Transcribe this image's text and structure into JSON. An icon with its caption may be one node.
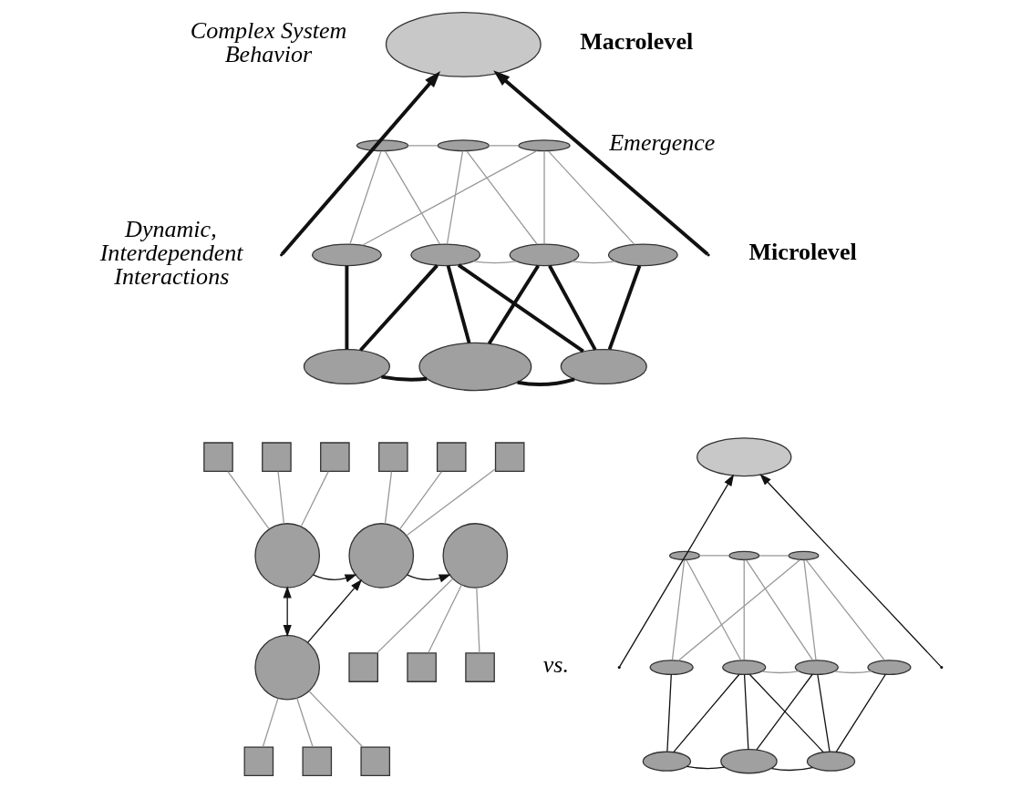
{
  "diagram": {
    "nodes": [
      {
        "text": [],
        "shape": "ellipse"
      },
      {
        "text": [],
        "shape": "ellipse"
      },
      {
        "text": [],
        "shape": "ellipse"
      },
      {
        "text": [],
        "shape": "ellipse"
      },
      {
        "text": [],
        "shape": "ellipse"
      },
      {
        "text": [],
        "shape": "ellipse"
      },
      {
        "text": [],
        "shape": "ellipse"
      },
      {
        "text": [],
        "shape": "ellipse"
      },
      {
        "text": [],
        "shape": "ellipse"
      },
      {
        "text": [],
        "shape": "ellipse"
      },
      {
        "text": [],
        "shape": "ellipse"
      },
      {
        "text": [],
        "shape": "circle"
      },
      {
        "text": [],
        "shape": "circle"
      },
      {
        "text": [],
        "shape": "circle"
      },
      {
        "text": [],
        "shape": "circle"
      },
      {
        "text": [],
        "shape": "box"
      },
      {
        "text": [],
        "shape": "box"
      },
      {
        "text": [],
        "shape": "box"
      },
      {
        "text": [],
        "shape": "box"
      },
      {
        "text": [],
        "shape": "box"
      },
      {
        "text": [],
        "shape": "box"
      },
      {
        "text": [],
        "shape": "box"
      },
      {
        "text": [],
        "shape": "box"
      },
      {
        "text": [],
        "shape": "box"
      },
      {
        "text": [],
        "shape": "box"
      },
      {
        "text": [],
        "shape": "box"
      },
      {
        "text": [],
        "shape": "box"
      },
      {
        "text": [],
        "shape": "ellipse"
      },
      {
        "text": [],
        "shape": "ellipse"
      },
      {
        "text": [],
        "shape": "ellipse"
      },
      {
        "text": [],
        "shape": "ellipse"
      },
      {
        "text": [],
        "shape": "ellipse"
      },
      {
        "text": [],
        "shape": "ellipse"
      },
      {
        "text": [],
        "shape": "ellipse"
      },
      {
        "text": [],
        "shape": "ellipse"
      },
      {
        "text": [],
        "shape": "ellipse"
      },
      {
        "text": [],
        "shape": "ellipse"
      },
      {
        "text": [],
        "shape": "ellipse"
      }
    ],
    "edges": [
      {
        "from": null,
        "to": 0,
        "arrow": "to",
        "style": "thick",
        "color": "#111111"
      },
      {
        "from": null,
        "to": 0,
        "arrow": "to",
        "style": "thick",
        "color": "#111111"
      },
      {
        "from": 1,
        "to": 2,
        "arrow": "none",
        "color": "#999999"
      },
      {
        "from": 2,
        "to": 3,
        "arrow": "none",
        "color": "#999999"
      },
      {
        "from": 1,
        "to": 4,
        "arrow": "none",
        "color": "#999999"
      },
      {
        "from": 1,
        "to": 5,
        "arrow": "none",
        "color": "#999999"
      },
      {
        "from": 2,
        "to": 5,
        "arrow": "none",
        "color": "#999999"
      },
      {
        "from": 2,
        "to": 6,
        "arrow": "none",
        "color": "#999999"
      },
      {
        "from": 3,
        "to": 4,
        "arrow": "none",
        "color": "#999999"
      },
      {
        "from": 3,
        "to": 6,
        "arrow": "none",
        "color": "#999999"
      },
      {
        "from": 3,
        "to": 7,
        "arrow": "none",
        "color": "#999999"
      },
      {
        "from": 5,
        "to": 6,
        "arrow": "none",
        "color": "#999999"
      },
      {
        "from": 6,
        "to": 7,
        "arrow": "none",
        "color": "#999999"
      },
      {
        "from": 4,
        "to": 8,
        "arrow": "none",
        "style": "thick",
        "color": "#111111"
      },
      {
        "from": 5,
        "to": 8,
        "arrow": "none",
        "style": "thick",
        "color": "#111111"
      },
      {
        "from": 5,
        "to": 9,
        "arrow": "none",
        "style": "thick",
        "color": "#111111"
      },
      {
        "from": 5,
        "to": 10,
        "arrow": "none",
        "style": "thick",
        "color": "#111111"
      },
      {
        "from": 6,
        "to": 9,
        "arrow": "none",
        "style": "thick",
        "color": "#111111"
      },
      {
        "from": 6,
        "to": 10,
        "arrow": "none",
        "style": "thick",
        "color": "#111111"
      },
      {
        "from": 7,
        "to": 10,
        "arrow": "none",
        "style": "thick",
        "color": "#111111"
      },
      {
        "from": 8,
        "to": 9,
        "arrow": "none",
        "style": "thick",
        "color": "#111111"
      },
      {
        "from": 9,
        "to": 10,
        "arrow": "none",
        "style": "thick",
        "color": "#111111"
      },
      {
        "from": 11,
        "to": 12,
        "arrow": "both",
        "color": "#111111"
      },
      {
        "from": 11,
        "to": 13,
        "arrow": "to",
        "color": "#111111"
      },
      {
        "from": 12,
        "to": 13,
        "arrow": "to",
        "color": "#111111"
      },
      {
        "from": 13,
        "to": 14,
        "arrow": "to",
        "color": "#111111"
      },
      {
        "from": 15,
        "to": 11,
        "arrow": "none",
        "color": "#999999"
      },
      {
        "from": 16,
        "to": 11,
        "arrow": "none",
        "color": "#999999"
      },
      {
        "from": 17,
        "to": 11,
        "arrow": "none",
        "color": "#999999"
      },
      {
        "from": 18,
        "to": 13,
        "arrow": "none",
        "color": "#999999"
      },
      {
        "from": 19,
        "to": 13,
        "arrow": "none",
        "color": "#999999"
      },
      {
        "from": 20,
        "to": 13,
        "arrow": "none",
        "color": "#999999"
      },
      {
        "from": 14,
        "to": 21,
        "arrow": "none",
        "color": "#999999"
      },
      {
        "from": 14,
        "to": 22,
        "arrow": "none",
        "color": "#999999"
      },
      {
        "from": 14,
        "to": 23,
        "arrow": "none",
        "color": "#999999"
      },
      {
        "from": 12,
        "to": 24,
        "arrow": "none",
        "color": "#999999"
      },
      {
        "from": 12,
        "to": 25,
        "arrow": "none",
        "color": "#999999"
      },
      {
        "from": 12,
        "to": 26,
        "arrow": "none",
        "color": "#999999"
      },
      {
        "from": null,
        "to": 27,
        "arrow": "to",
        "color": "#111111"
      },
      {
        "from": null,
        "to": 27,
        "arrow": "to",
        "color": "#111111"
      },
      {
        "from": 28,
        "to": 29,
        "arrow": "none",
        "color": "#999999"
      },
      {
        "from": 29,
        "to": 30,
        "arrow": "none",
        "color": "#999999"
      },
      {
        "from": 28,
        "to": 31,
        "arrow": "none",
        "color": "#999999"
      },
      {
        "from": 28,
        "to": 32,
        "arrow": "none",
        "color": "#999999"
      },
      {
        "from": 29,
        "to": 32,
        "arrow": "none",
        "color": "#999999"
      },
      {
        "from": 29,
        "to": 33,
        "arrow": "none",
        "color": "#999999"
      },
      {
        "from": 30,
        "to": 31,
        "arrow": "none",
        "color": "#999999"
      },
      {
        "from": 30,
        "to": 33,
        "arrow": "none",
        "color": "#999999"
      },
      {
        "from": 30,
        "to": 34,
        "arrow": "none",
        "color": "#999999"
      },
      {
        "from": 32,
        "to": 33,
        "arrow": "none",
        "color": "#999999"
      },
      {
        "from": 33,
        "to": 34,
        "arrow": "none",
        "color": "#999999"
      },
      {
        "from": 31,
        "to": 35,
        "arrow": "none",
        "color": "#111111"
      },
      {
        "from": 32,
        "to": 35,
        "arrow": "none",
        "color": "#111111"
      },
      {
        "from": 32,
        "to": 36,
        "arrow": "none",
        "color": "#111111"
      },
      {
        "from": 32,
        "to": 37,
        "arrow": "none",
        "color": "#111111"
      },
      {
        "from": 33,
        "to": 36,
        "arrow": "none",
        "color": "#111111"
      },
      {
        "from": 33,
        "to": 37,
        "arrow": "none",
        "color": "#111111"
      },
      {
        "from": 34,
        "to": 37,
        "arrow": "none",
        "color": "#111111"
      },
      {
        "from": 35,
        "to": 36,
        "arrow": "none",
        "color": "#111111"
      },
      {
        "from": 36,
        "to": 37,
        "arrow": "none",
        "color": "#111111"
      }
    ],
    "labels": [
      "Complex System Behavior",
      "Macrolevel",
      "Emergence",
      "Dynamic, Interdependent Interactions",
      "Microlevel",
      "vs."
    ]
  }
}
